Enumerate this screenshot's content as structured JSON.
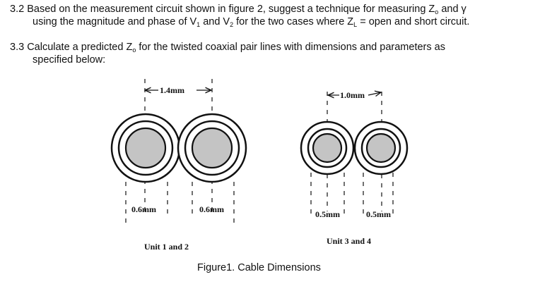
{
  "questions": [
    {
      "number": "3.2",
      "line1_prefix": "Based on the measurement circuit shown in figure 2, suggest a technique for measuring Z",
      "line1_sub": "o",
      "line1_suffix": " and γ",
      "line2_a": "using the magnitude and phase of V",
      "line2_sub1": "1",
      "line2_b": " and V",
      "line2_sub2": "2",
      "line2_c": " for the two cases where Z",
      "line2_sub3": "L",
      "line2_d": " = open and short circuit."
    },
    {
      "number": "3.3",
      "line1_prefix": "Calculate a predicted Z",
      "line1_sub": "o",
      "line1_suffix": " for the twisted coaxial pair lines with dimensions and parameters as",
      "line2": "specified below:"
    }
  ],
  "figure": {
    "left": {
      "spacing_label": "1.4mm",
      "inner_label_a": "0.6mm",
      "inner_label_b": "0.6mm",
      "unit_label": "Unit 1 and 2"
    },
    "right": {
      "spacing_label": "1.0mm",
      "inner_label_a": "0.5mm",
      "inner_label_b": "0.5mm",
      "unit_label": "Unit 3 and 4"
    },
    "caption": "Figure1. Cable Dimensions",
    "colors": {
      "conductor_fill": "#c4c4c4",
      "line": "#111111"
    }
  }
}
